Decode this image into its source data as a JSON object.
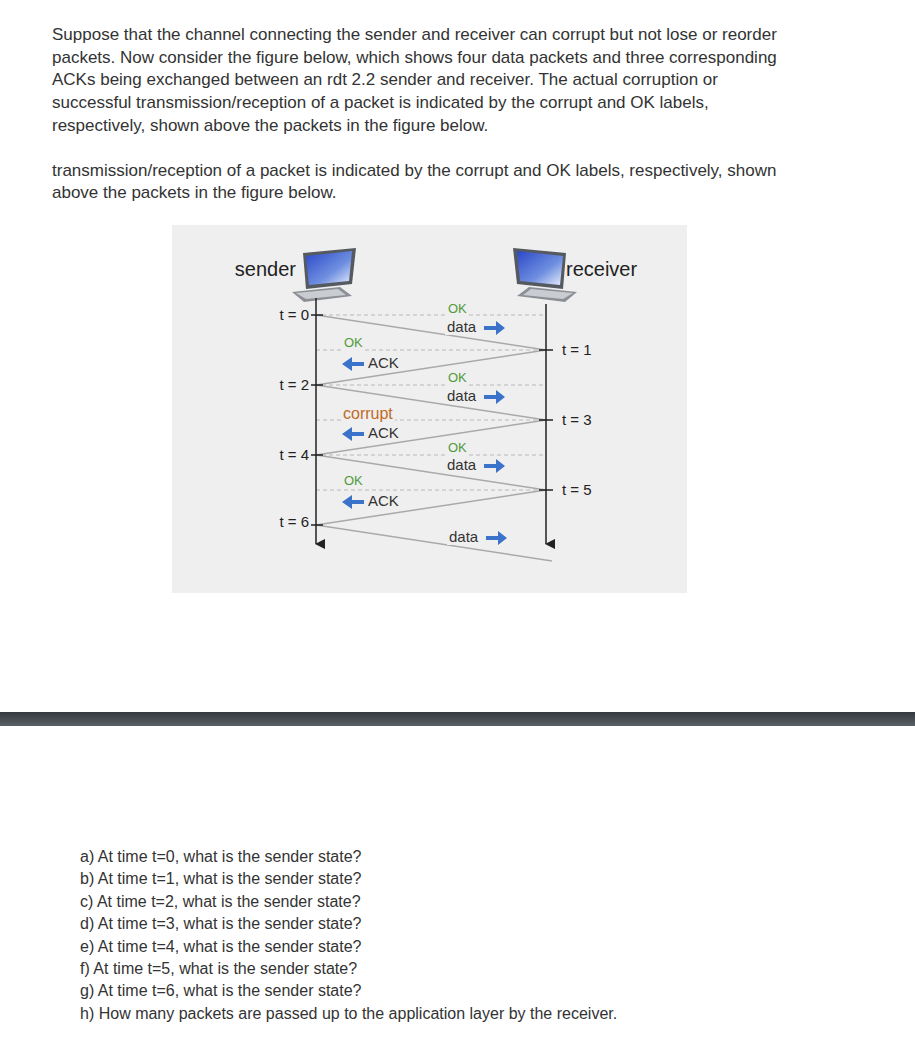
{
  "diagram": {
    "nodes": [
      {
        "text": [
          "sender"
        ]
      },
      {
        "text": [
          "receiver"
        ]
      }
    ],
    "labels": [
      "Suppose that the channel connecting the sender and receiver can corrupt but not lose or reorder packets. Now consider the figure below, which shows four data packets and three corresponding ACKs being exchanged between an rdt 2.2 sender and receiver. The actual corruption or successful transmission/reception of a packet is indicated by the corrupt and OK labels, respectively, shown above the packets in the figure below.",
      "transmission/reception of a packet is indicated by the corrupt and OK labels, respectively, shown above the packets in the figure below.",
      "t = 0",
      "OK",
      "data",
      "t = 1",
      "OK",
      "ACK",
      "t = 2",
      "OK",
      "data",
      "t = 3",
      "corrupt",
      "ACK",
      "t = 4",
      "OK",
      "data",
      "t = 5",
      "OK",
      "ACK",
      "t = 6",
      "data",
      "a) At time t=0, what is the sender state?",
      "b) At time t=1, what is the sender state?",
      "c) At time t=2, what is the sender state?",
      "d) At time t=3, what is the sender state?",
      "e) At time t=4, what is the sender state?",
      "f) At time t=5, what is the sender state?",
      "g) At time t=6, what is the sender state?",
      "h) How many packets are passed up to the application layer by the receiver."
    ]
  }
}
